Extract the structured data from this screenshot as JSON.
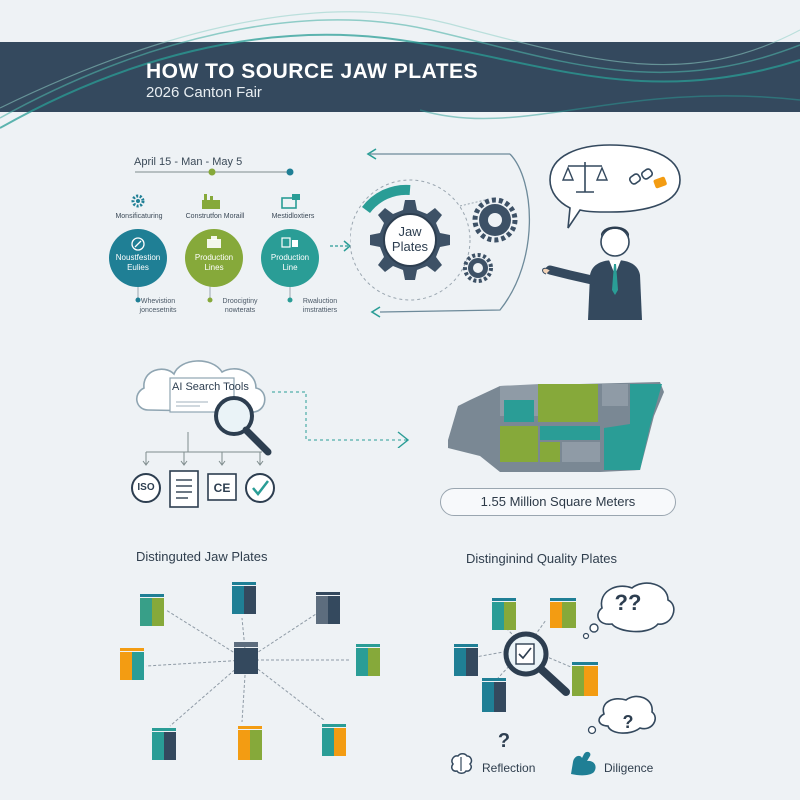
{
  "header": {
    "title": "HOW TO SOURCE JAW PLATES",
    "subtitle": "2026 Canton Fair"
  },
  "timeline": {
    "dates": "April 15 - Man - May 5",
    "categories": [
      "Monsificaturing",
      "Construtfon Moraill",
      "Mestidloxtiers"
    ],
    "circles": [
      {
        "line1": "Noustfestion",
        "line2": "Eulies",
        "color": "#1f7f95"
      },
      {
        "line1": "Production",
        "line2": "Lines",
        "color": "#86a93a"
      },
      {
        "line1": "Production",
        "line2": "Line",
        "color": "#2a9d96"
      }
    ],
    "notes": [
      {
        "line1": "Whevistion",
        "line2": "joncesetnits"
      },
      {
        "line1": "Droocigtiny",
        "line2": "nowterats"
      },
      {
        "line1": "Rwaluction",
        "line2": "imstrattiers"
      }
    ]
  },
  "gear": {
    "line1": "Jaw",
    "line2": "Plates"
  },
  "search": {
    "label": "AI Search Tools",
    "certs": [
      "ISO",
      "CE"
    ]
  },
  "map": {
    "area": "1.55 Million Square Meters"
  },
  "sections": {
    "left_heading": "Distinguted Jaw Plates",
    "right_heading": "Distinginind Quality Plates",
    "question": "?",
    "bubble_text": "??"
  },
  "footer": {
    "reflection": "Reflection",
    "diligence": "Diligence"
  },
  "colors": {
    "navy": "#34495e",
    "teal": "#2a9d96",
    "blue": "#1f7f95",
    "green": "#86a93a",
    "orange": "#f39c12",
    "gray": "#7f8c8d"
  }
}
